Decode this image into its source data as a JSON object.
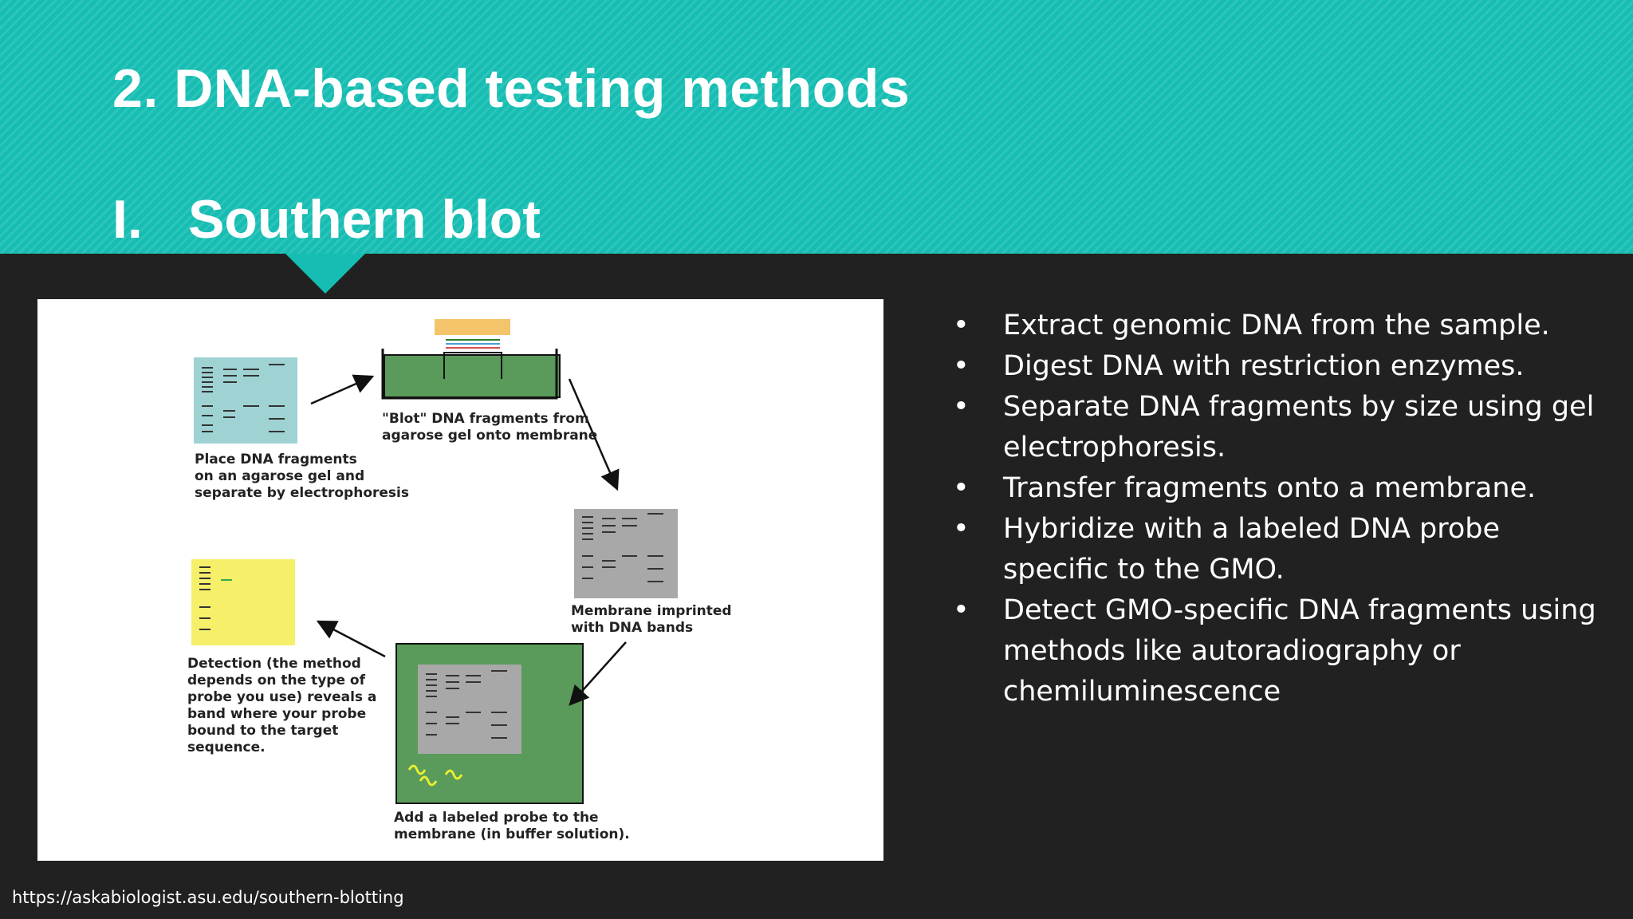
{
  "slide": {
    "title": "2. DNA-based testing methods",
    "subtitle_number": "I.",
    "subtitle_text": "Southern blot",
    "header_color": "#16bdb2",
    "background_color": "#212121"
  },
  "figure": {
    "captions": {
      "gel": "Place DNA fragments\non an agarose gel and\nseparate by electrophoresis",
      "blot": "\"Blot\" DNA fragments from\nagarose gel onto membrane",
      "membrane": "Membrane imprinted\nwith DNA bands",
      "probe": "Add a labeled probe to the\nmembrane (in buffer solution).",
      "detection": "Detection (the method\ndepends on the type of\nprobe you use) reveals a\nband where your probe\nbound to the target\nsequence."
    }
  },
  "bullets": [
    "Extract genomic DNA from the sample.",
    "Digest DNA with restriction enzymes.",
    "Separate DNA fragments by size using gel electrophoresis.",
    "Transfer fragments onto a membrane.",
    "Hybridize with a labeled DNA probe specific to the GMO.",
    "Detect GMO-specific DNA fragments using methods like autoradiography or chemiluminescence"
  ],
  "bullet_symbol": "•",
  "source_url": "https://askabiologist.asu.edu/southern-blotting"
}
